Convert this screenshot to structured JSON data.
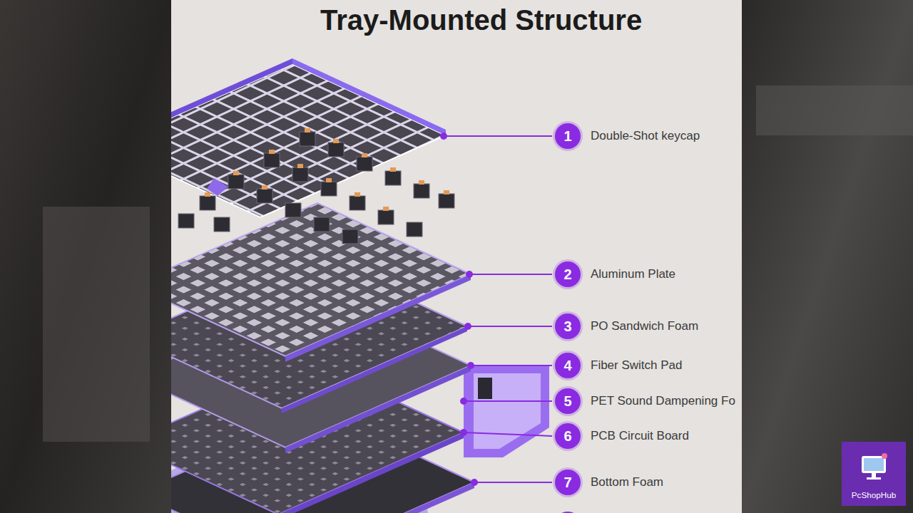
{
  "diagram": {
    "title": "Tray-Mounted Structure",
    "nodes": [
      {
        "text": [
          "1",
          "Double-Shot keycap"
        ]
      },
      {
        "text": [
          "2",
          "Aluminum Plate"
        ]
      },
      {
        "text": [
          "3",
          "PO Sandwich Foam"
        ]
      },
      {
        "text": [
          "4",
          "Fiber Switch Pad"
        ]
      },
      {
        "text": [
          "5",
          "PET Sound Dampening Fo"
        ]
      },
      {
        "text": [
          "6",
          "PCB Circuit Board"
        ]
      },
      {
        "text": [
          "7",
          "Bottom Foam"
        ]
      },
      {
        "text": [
          "PcShopHub"
        ]
      }
    ]
  }
}
